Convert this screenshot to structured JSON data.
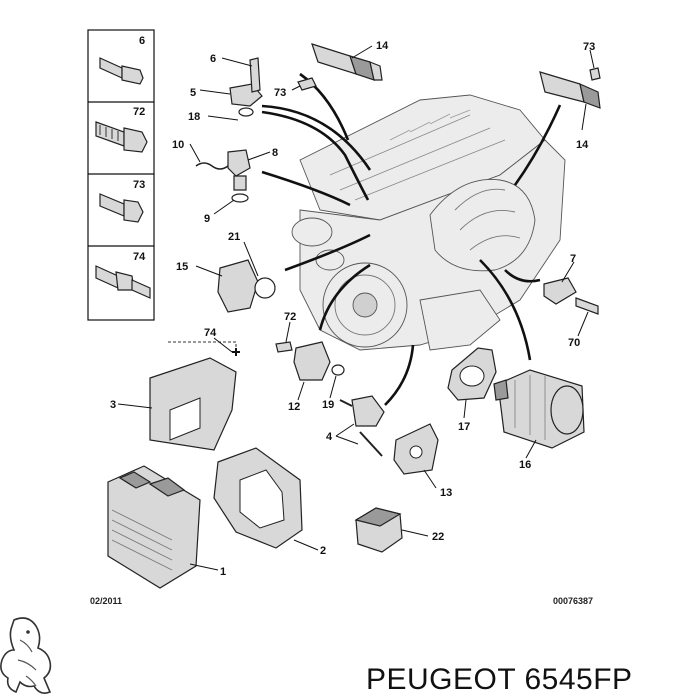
{
  "callouts": {
    "c1": "1",
    "c2": "2",
    "c3": "3",
    "c4": "4",
    "c5": "5",
    "c6_box": "6",
    "c6": "6",
    "c7": "7",
    "c8": "8",
    "c9": "9",
    "c10": "10",
    "c12": "12",
    "c13": "13",
    "c14_left": "14",
    "c14_right": "14",
    "c15": "15",
    "c16": "16",
    "c17": "17",
    "c18": "18",
    "c19": "19",
    "c21": "21",
    "c22": "22",
    "c70": "70",
    "c72_box": "72",
    "c72": "72",
    "c73_box": "73",
    "c73_left": "73",
    "c73_right": "73",
    "c74_box": "74",
    "c74": "74"
  },
  "footer": {
    "date": "02/2011",
    "ref": "00076387"
  },
  "brand": {
    "caption": "PEUGEOT 6545FP",
    "logo_icon": "peugeot-lion-icon"
  },
  "colors": {
    "ink": "#111111",
    "part_fill": "#d8d8d8",
    "engine_fill": "#ececec"
  }
}
